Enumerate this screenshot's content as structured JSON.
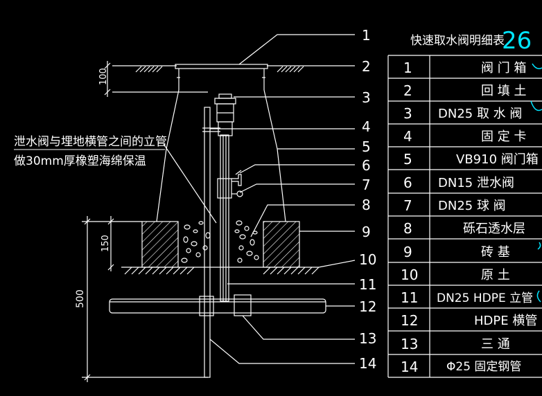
{
  "title": "快速取水阀明细表",
  "sheet_number": "26",
  "note_line1": "泄水阀与埋地横管之间的立管",
  "note_line2": "做30mm厚橡塑海绵保温",
  "dimensions": {
    "d100": "100",
    "d150": "150",
    "d500": "500"
  },
  "callout_numbers": [
    "1",
    "2",
    "3",
    "4",
    "5",
    "6",
    "7",
    "8",
    "9",
    "10",
    "11",
    "12",
    "13",
    "14"
  ],
  "table": [
    {
      "no": "1",
      "name": "阀 门 箱"
    },
    {
      "no": "2",
      "name": "回 填 土"
    },
    {
      "no": "3",
      "name": "DN25 取 水 阀"
    },
    {
      "no": "4",
      "name": "固 定 卡"
    },
    {
      "no": "5",
      "name": "VB910 阀门箱"
    },
    {
      "no": "6",
      "name": "DN15  泄水阀"
    },
    {
      "no": "7",
      "name": "DN25  球   阀"
    },
    {
      "no": "8",
      "name": "砾石透水层"
    },
    {
      "no": "9",
      "name": "砖      基"
    },
    {
      "no": "10",
      "name": "原      土"
    },
    {
      "no": "11",
      "name": "DN25 HDPE 立管"
    },
    {
      "no": "12",
      "name": "HDPE 横管"
    },
    {
      "no": "13",
      "name": "三    通"
    },
    {
      "no": "14",
      "name": "Φ25  固定钢管"
    }
  ],
  "colors": {
    "background": "#000000",
    "line": "#ffffff",
    "accent": "#00e5ff"
  }
}
